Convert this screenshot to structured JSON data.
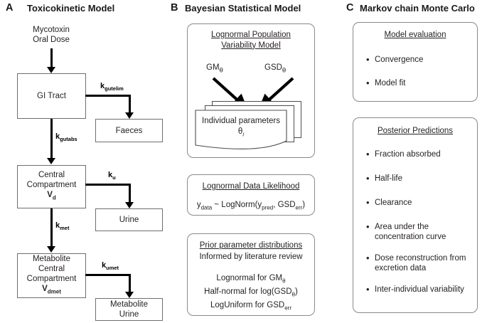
{
  "figure": {
    "panels": [
      {
        "letter": "A",
        "title": "Toxicokinetic Model"
      },
      {
        "letter": "B",
        "title": "Bayesian Statistical Model"
      },
      {
        "letter": "C",
        "title": "Markov chain Monte Carlo"
      }
    ]
  },
  "panel_a": {
    "input_label_line1": "Mycotoxin",
    "input_label_line2": "Oral Dose",
    "nodes": {
      "gi_tract": "GI Tract",
      "faeces": "Faeces",
      "central_line1": "Central",
      "central_line2": "Compartment",
      "central_volume": "V",
      "central_volume_sub": "d",
      "urine": "Urine",
      "metabolite_line1": "Metabolite",
      "metabolite_line2": "Central",
      "metabolite_line3": "Compartment",
      "metabolite_volume": "V",
      "metabolite_volume_sub": "dmet",
      "metabolite_urine_line1": "Metabolite",
      "metabolite_urine_line2": "Urine"
    },
    "rates": {
      "gutelim": "k",
      "gutelim_sub": "gutelim",
      "gutabs": "k",
      "gutabs_sub": "gutabs",
      "u": "k",
      "u_sub": "u",
      "met": "k",
      "met_sub": "met",
      "umet": "k",
      "umet_sub": "umet"
    }
  },
  "panel_b": {
    "box_population": {
      "title_line1": "Lognormal Population",
      "title_line2": "Variability Model",
      "param_left": "GM",
      "param_left_sub": "θ",
      "param_right": "GSD",
      "param_right_sub": "θ",
      "stack_line1": "Individual parameters",
      "stack_line2": "θ",
      "stack_line2_sub": "i"
    },
    "box_likelihood": {
      "title": "Lognormal Data Likelihood",
      "formula_y": "y",
      "formula_y_sub": "data",
      "formula_mid": " ~ LogNorm(y",
      "formula_pred_sub": "pred",
      "formula_comma": ", GSD",
      "formula_err_sub": "err",
      "formula_close": ")"
    },
    "box_priors": {
      "title": "Prior parameter distributions",
      "subtitle": "Informed by literature review",
      "line1": "Lognormal for GM",
      "line1_sub": "θ",
      "line2a": "Half-normal for log(GSD",
      "line2_sub": "θ",
      "line2b": ")",
      "line3": "LogUniform for GSD",
      "line3_sub": "err"
    }
  },
  "panel_c": {
    "box_evaluation": {
      "title": "Model evaluation",
      "bullets": [
        "Convergence",
        "Model fit"
      ]
    },
    "box_posterior": {
      "title": "Posterior Predictions",
      "bullets": [
        "Fraction absorbed",
        "Half-life",
        "Clearance",
        "Area under the concentration curve",
        "Dose reconstruction from excretion data",
        "Inter-individual variability"
      ]
    }
  },
  "colors": {
    "text": "#231f20",
    "box_border": "#6e6e6e",
    "card_border": "#8a8a8a",
    "arrow": "#000000",
    "background": "#ffffff"
  },
  "bullet_glyph": "•"
}
